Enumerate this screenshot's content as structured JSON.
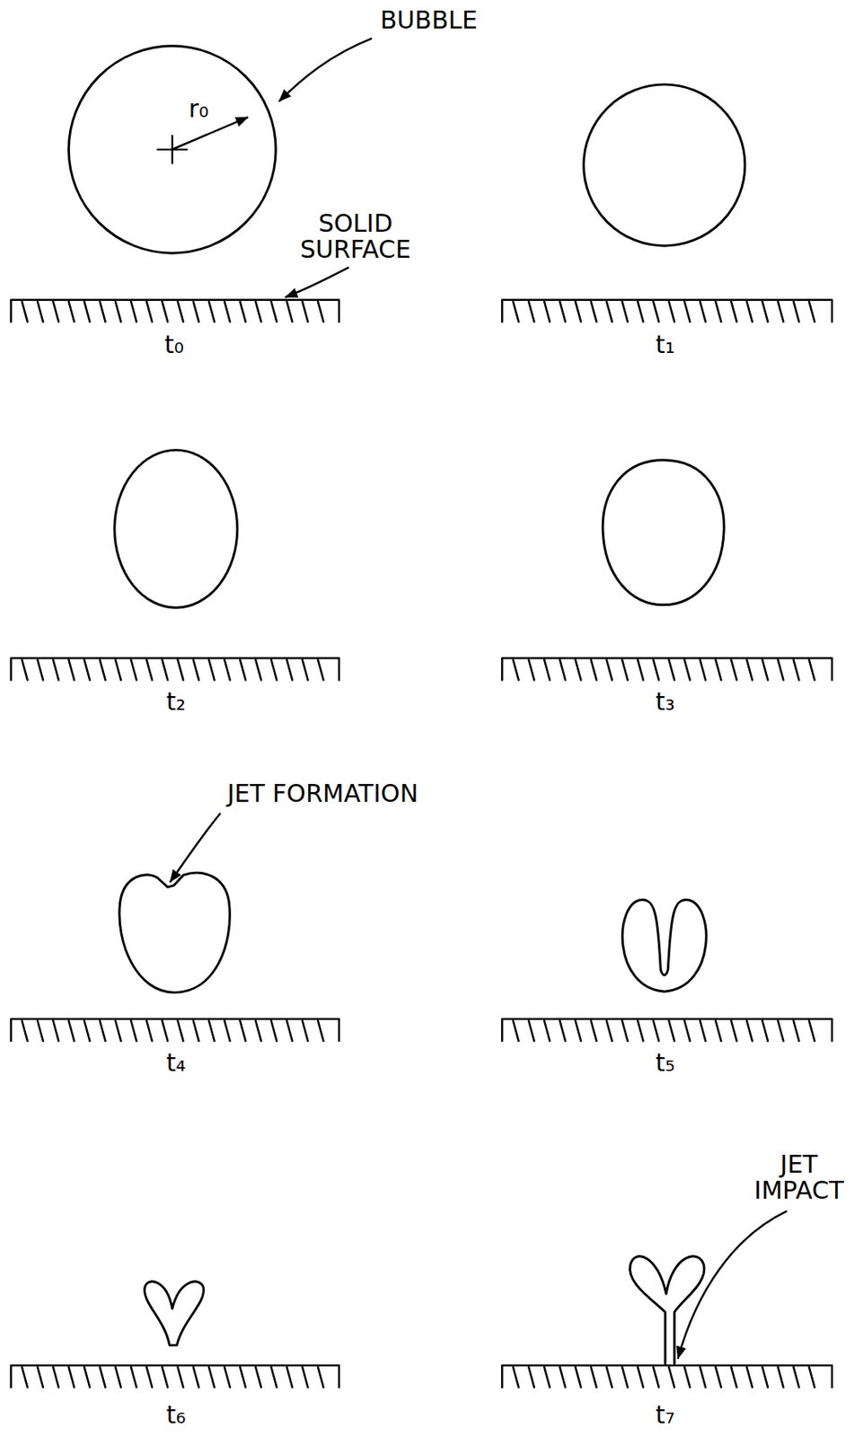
{
  "diagram": {
    "labels": [
      "BUBBLE",
      "r₀",
      "SOLID SURFACE",
      "t₀",
      "t₁",
      "t₂",
      "t₃",
      "JET FORMATION",
      "t₄",
      "t₅",
      "t₆",
      "t₇",
      "JET IMPACT"
    ]
  }
}
